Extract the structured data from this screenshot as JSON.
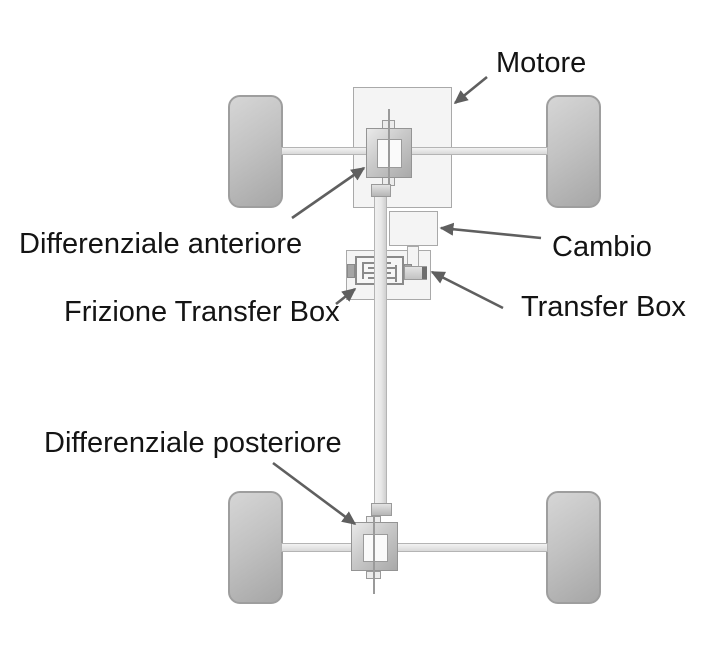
{
  "diagram": {
    "type": "awd-drivetrain-schematic",
    "labels": {
      "motore": "Motore",
      "differenziale_anteriore": "Differenziale anteriore",
      "cambio": "Cambio",
      "frizione_transfer_box": "Frizione Transfer Box",
      "transfer_box": "Transfer Box",
      "differenziale_posteriore": "Differenziale posteriore"
    },
    "annotations": [
      {
        "label": "Motore",
        "points_to": "engine-block"
      },
      {
        "label": "Differenziale anteriore",
        "points_to": "front-differential"
      },
      {
        "label": "Cambio",
        "points_to": "gearbox"
      },
      {
        "label": "Frizione Transfer Box",
        "points_to": "clutch-pack"
      },
      {
        "label": "Transfer Box",
        "points_to": "transfer-box"
      },
      {
        "label": "Differenziale posteriore",
        "points_to": "rear-differential"
      }
    ],
    "components": [
      "wheel-front-left",
      "wheel-front-right",
      "wheel-rear-left",
      "wheel-rear-right",
      "front-axle",
      "rear-axle",
      "engine-block",
      "gearbox",
      "transfer-box",
      "clutch-pack",
      "output-shaft",
      "driveshaft",
      "front-differential",
      "rear-differential"
    ]
  },
  "colors": {
    "background": "#ffffff",
    "text": "#141414",
    "arrow": "#5f5f5f",
    "box_fill": "#f4f4f4",
    "box_border": "#a9a9a9",
    "wheel_light": "#d6d6d6",
    "wheel_dark": "#a6a6a6",
    "shaft_fill": "#e8e8e8",
    "shaft_border": "#b4b4b4"
  }
}
